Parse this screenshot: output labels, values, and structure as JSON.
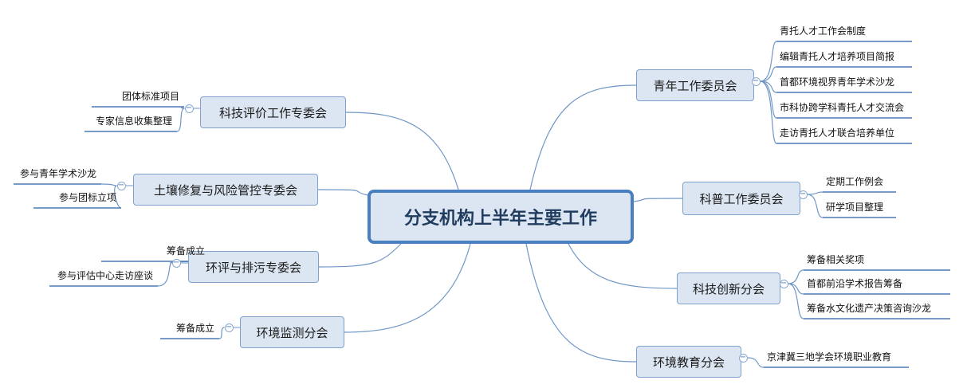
{
  "root": {
    "label": "分支机构上半年主要工作"
  },
  "branches": [
    {
      "id": "youth",
      "label": "青年工作委员会",
      "side": "right",
      "leaves": [
        "青托人才工作会制度",
        "编辑青托人才培养项目简报",
        "首都环境视界青年学术沙龙",
        "市科协跨学科青托人才交流会",
        "走访青托人才联合培养单位"
      ]
    },
    {
      "id": "popsci",
      "label": "科普工作委员会",
      "side": "right",
      "leaves": [
        "定期工作例会",
        "研学项目整理"
      ]
    },
    {
      "id": "innov",
      "label": "科技创新分会",
      "side": "right",
      "leaves": [
        "筹备相关奖项",
        "首都前沿学术报告筹备",
        "筹备水文化遗产决策咨询沙龙"
      ]
    },
    {
      "id": "edu",
      "label": "环境教育分会",
      "side": "right",
      "leaves": [
        "京津冀三地学会环境职业教育"
      ]
    },
    {
      "id": "eval",
      "label": "科技评价工作专委会",
      "side": "left",
      "leaves": [
        "团体标准项目",
        "专家信息收集整理"
      ]
    },
    {
      "id": "soil",
      "label": "土壤修复与风险管控专委会",
      "side": "left",
      "leaves": [
        "参与青年学术沙龙",
        "参与团标立项"
      ]
    },
    {
      "id": "eia",
      "label": "环评与排污专委会",
      "side": "left",
      "leaves": [
        "筹备成立",
        "参与评估中心走访座谈"
      ]
    },
    {
      "id": "monitor",
      "label": "环境监测分会",
      "side": "left",
      "leaves": [
        "筹备成立"
      ]
    }
  ],
  "icons": {
    "collapse": "minus-circle-icon",
    "collapse_glyph": "−"
  },
  "colors": {
    "node_fill": "#dce6f2",
    "node_border": "#7fa2cc",
    "root_border": "#4a7fc0",
    "connector": "#6f97c6"
  }
}
